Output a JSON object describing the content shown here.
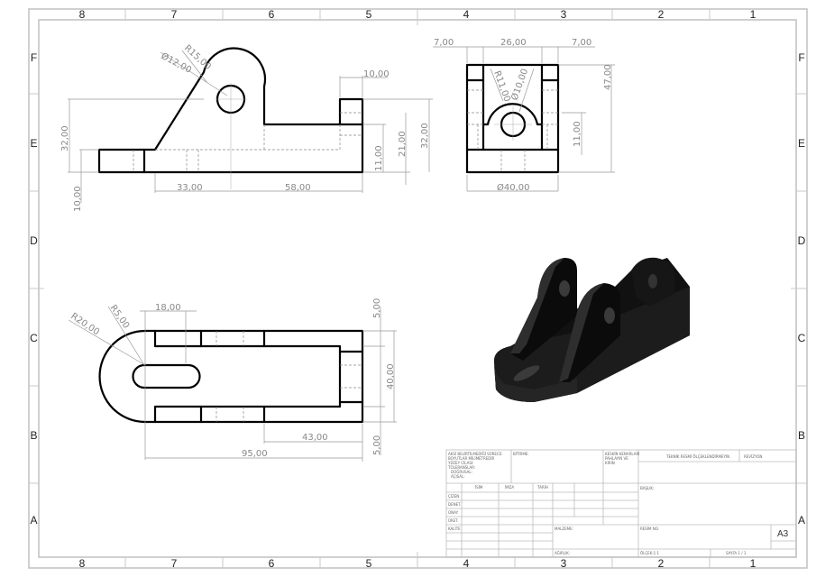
{
  "sheet": {
    "size": "A3",
    "zone_columns": [
      "8",
      "7",
      "6",
      "5",
      "4",
      "3",
      "2",
      "1"
    ],
    "zone_rows": [
      "F",
      "E",
      "D",
      "C",
      "B",
      "A"
    ]
  },
  "views": {
    "front": {
      "dims": {
        "r15": "R15,00",
        "d12": "Ø12,00",
        "w10": "10,00",
        "h32_left": "32,00",
        "h10_left": "10,00",
        "h11": "11,00",
        "h21": "21,00",
        "h32_right": "32,00",
        "w33": "33,00",
        "w58": "58,00"
      }
    },
    "side": {
      "dims": {
        "w7_left": "7,00",
        "w26": "26,00",
        "w7_right": "7,00",
        "r11": "R11,00",
        "d10": "Ø10,00",
        "h47": "47,00",
        "h11": "11,00",
        "d40": "Ø40,00"
      }
    },
    "top": {
      "dims": {
        "r20": "R20,00",
        "r5": "R5,00",
        "w18": "18,00",
        "h5_top": "5,00",
        "h40": "40,00",
        "w43": "43,00",
        "h5_bottom": "5,00",
        "w95": "95,00"
      }
    },
    "iso": {
      "label": "isometric-view"
    }
  },
  "title_block": {
    "notes": {
      "line1": "AKSİ BELİRTİLMEDİĞİ SÜRECE:",
      "line2": "BOYUTLAR MİLİMETREDİR",
      "line3": "YÜZEY CİLASI:",
      "line4": "TOLERANSLAR:",
      "line5": "DOĞRUSAL:",
      "line6": "AÇISAL:"
    },
    "finish_label": "BİTİRME:",
    "deburr_label": "KESKİN KENARLARI PAHLAYIN VE KIRIN",
    "no_scale_label": "TEKNİK RESMİ ÖLÇEKLENDİRMEYİN",
    "revision_label": "REVİZYON",
    "col_headers": {
      "name": "İSİM",
      "signature": "İMZA",
      "date": "TARİH"
    },
    "row_labels": [
      "ÇİZEN",
      "DENET.",
      "ONAY.",
      "ÜRET.",
      "KALİTE"
    ],
    "title_label": "BAŞLIK:",
    "material_label": "MALZEME:",
    "drawing_no_label": "RESİM NO.",
    "paper_size": "A3",
    "weight_label": "AĞIRLIK:",
    "scale_label": "ÖLÇEK:1:1",
    "sheet_label": "SAYFA 1 / 1"
  }
}
